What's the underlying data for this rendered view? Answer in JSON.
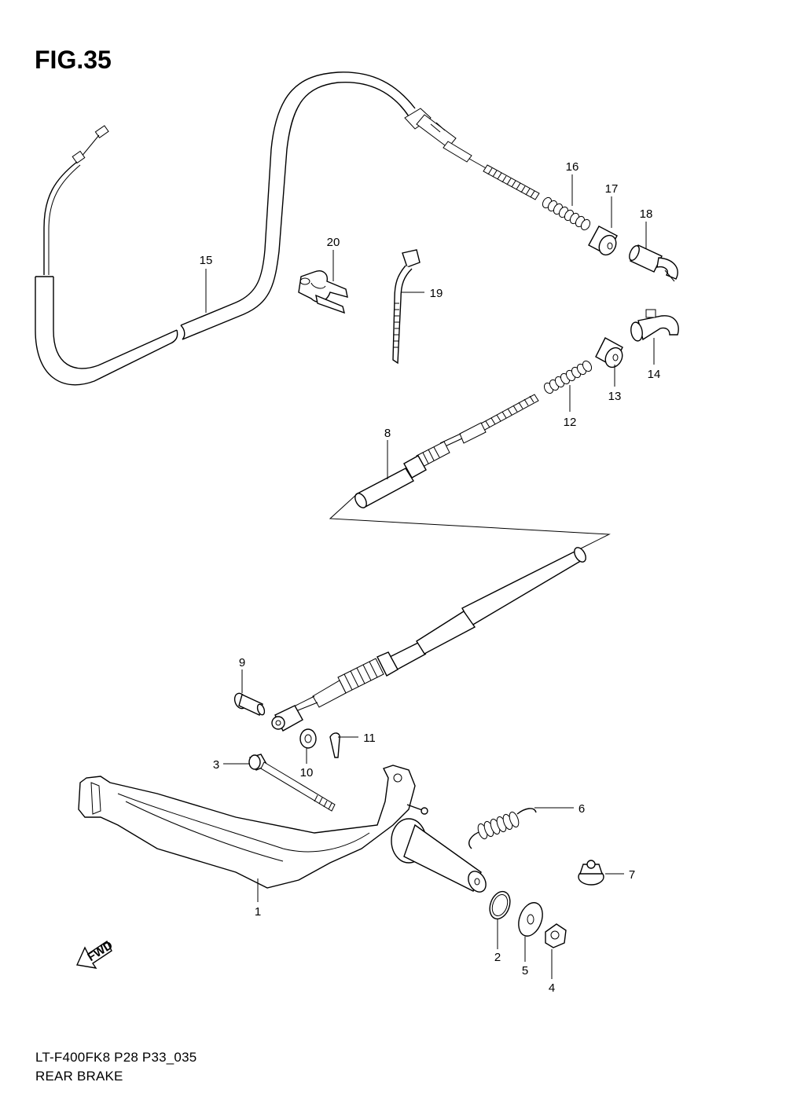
{
  "figure": {
    "title": "FIG.35",
    "model_code": "LT-F400FK8 P28 P33_035",
    "section_name": "REAR BRAKE",
    "fwd_label": "FWD"
  },
  "callouts": [
    {
      "id": "c1",
      "label": "1"
    },
    {
      "id": "c2",
      "label": "2"
    },
    {
      "id": "c3",
      "label": "3"
    },
    {
      "id": "c4",
      "label": "4"
    },
    {
      "id": "c5",
      "label": "5"
    },
    {
      "id": "c6",
      "label": "6"
    },
    {
      "id": "c7",
      "label": "7"
    },
    {
      "id": "c8",
      "label": "8"
    },
    {
      "id": "c9",
      "label": "9"
    },
    {
      "id": "c10",
      "label": "10"
    },
    {
      "id": "c11",
      "label": "11"
    },
    {
      "id": "c12",
      "label": "12"
    },
    {
      "id": "c13",
      "label": "13"
    },
    {
      "id": "c14",
      "label": "14"
    },
    {
      "id": "c15",
      "label": "15"
    },
    {
      "id": "c16",
      "label": "16"
    },
    {
      "id": "c17",
      "label": "17"
    },
    {
      "id": "c18",
      "label": "18"
    },
    {
      "id": "c19",
      "label": "19"
    },
    {
      "id": "c20",
      "label": "20"
    }
  ]
}
